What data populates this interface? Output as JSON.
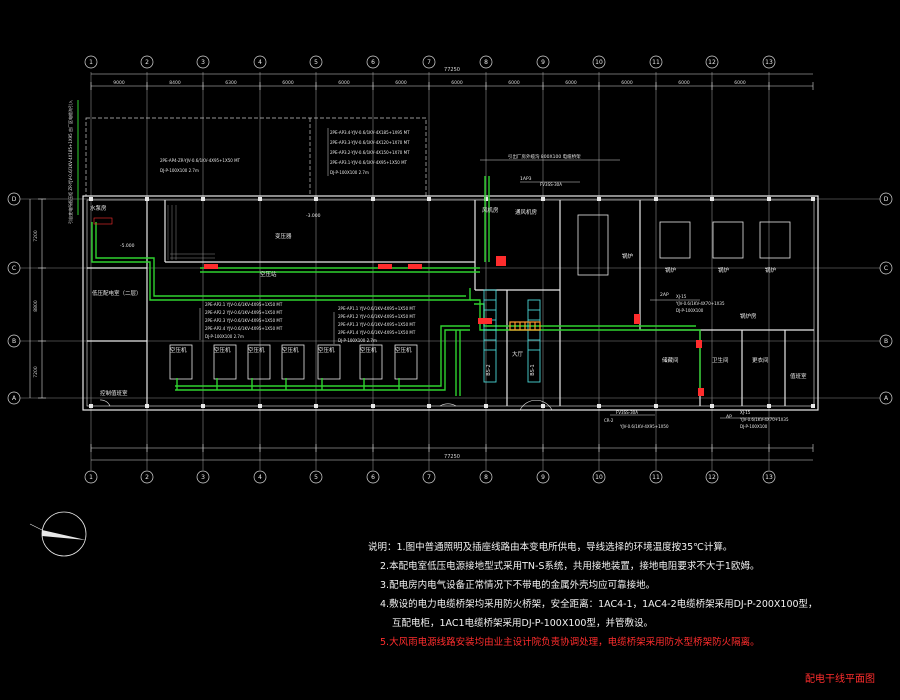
{
  "column_axes": [
    "1",
    "2",
    "3",
    "4",
    "5",
    "6",
    "7",
    "8",
    "9",
    "10",
    "11",
    "12",
    "13"
  ],
  "row_axes": [
    "D",
    "C",
    "B",
    "A"
  ],
  "dimensions": {
    "top_total": "77250",
    "bottom_total": "77250",
    "top_spans": [
      "9000",
      "8400",
      "6300",
      "6000",
      "6000",
      "6000",
      "6000",
      "6000",
      "6000",
      "6000",
      "6000",
      "6000"
    ],
    "left_spans": [
      "7200",
      "8800",
      "7200"
    ]
  },
  "rooms": {
    "transformer_room": "变压器",
    "low_voltage_room": "低压配电室（二层）",
    "water_pump_room": "水泵房",
    "fan_room": "风机房",
    "ventilation_room": "通风机房",
    "boiler_room": "锅炉房",
    "control_room": "控制值班室",
    "lobby": "大厅",
    "boiler_1": "锅炉",
    "boiler_2": "锅炉",
    "boiler_3": "锅炉",
    "boiler_4": "锅炉",
    "air_comp_1": "空压机",
    "air_comp_2": "空压机",
    "air_comp_3": "空压机",
    "air_comp_4": "空压机",
    "air_comp_5": "空压机",
    "air_comp_6": "空压机",
    "air_comp_7": "空压机",
    "small_room_1": "储藏间",
    "small_room_2": "卫生间",
    "small_room_3": "更衣间",
    "small_room_4": "值班室",
    "compressor_area": "空压站"
  },
  "cable_ladders": [
    "BS-2",
    "BS-1"
  ],
  "cable_specs": {
    "upper_left": [
      "2PE-AP4-ZR-YJV-0.6/1KV-4X95+1X50 MT",
      "DJ-P-100X100 2.7m"
    ],
    "upper_right": [
      "2PE-AP3.4-YJV-0.6/1KV-4X185+1X95 MT",
      "2PE-AP3.3-YJV-0.6/1KV-4X120+1X70 MT",
      "2PE-AP3.2-YJV-0.6/1KV-4X150+1X70 MT",
      "2PE-AP3.1-YJV-0.6/1KV-4X95+1X50 MT",
      "DJ-P-100X100 2.7m"
    ],
    "lower_left": [
      "2PE-AP2.1 YJV-0.6/1KV-4X95+1X50 MT",
      "2PE-AP2.2 YJV-0.6/1KV-4X95+1X50 MT",
      "2PE-AP2.3 YJV-0.6/1KV-4X95+1X50 MT",
      "2PE-AP2.4 YJV-0.6/1KV-4X95+1X50 MT",
      "DJ-P-100X100 2.7m"
    ],
    "lower_middle": [
      "2PE-AP1.1 YJV-0.6/1KV-4X95+1X50 MT",
      "2PE-AP1.2 YJV-0.6/1KV-4X95+1X50 MT",
      "2PE-AP1.3 YJV-0.6/1KV-4X95+1X50 MT",
      "2PE-AP1.4 YJV-0.6/1KV-4X95+1X50 MT",
      "DJ-P-100X100 2.7m"
    ],
    "center_top_callout": "引出厂房外缆沟 800X100 电缆桥架",
    "center_tag": "1AP3",
    "center_tag_spec": "FV3SS-30A",
    "right_tag": "2AP",
    "right_spec": [
      "XJ-15",
      "YJV-0.6/1KV-4X70+1X35",
      "DJ-P-100X100"
    ],
    "bottom_tag_1": "FV3SS-30A",
    "bottom_tag_2": "CR-2",
    "bottom_spec": "YJV-0.6/1KV-4X95+1X50",
    "bottom_right_tag": "AP",
    "bottom_right_spec": [
      "XJ-15",
      "YJV-0.6/1KV-4X70+1X35",
      "DJ-P-100X100"
    ],
    "vertical_left": "引自变电所低压柜 ZR-YJV-0.6/1KV-4X185+1X95 由厂区电缆沟引入",
    "elevation_1": "-5.000",
    "elevation_2": "-3.000"
  },
  "notes": [
    "说明：1.图中普通照明及插座线路由本变电所供电，导线选择的环境温度按35℃计算。",
    "2.本配电室低压电源接地型式采用TN-S系统，共用接地装置，接地电阻要求不大于1欧姆。",
    "3.配电房内电气设备正常情况下不带电的金属外壳均应可靠接地。",
    "4.敷设的电力电缆桥架均采用防火桥架，安全距离：1AC4-1，1AC4-2电缆桥架采用DJ-P-200X100型，",
    "互配电柜，1AC1电缆桥架采用DJ-P-100X100型，并管敷设。",
    "5.大风雨电源线路安装均由业主设计院负责协调处理，电缆桥架采用防水型桥架防火隔离。"
  ],
  "drawing_title": "配电干线平面图",
  "colors": {
    "background": "#000000",
    "wall": "#e8e8e8",
    "axis": "#d8d8d8",
    "cable_tray": "#2fd22f",
    "ladder": "#4ad6d6",
    "equipment": "#ff2d2d",
    "annotation": "#f2f2f2",
    "dashed_frame": "#c8c8c8"
  }
}
